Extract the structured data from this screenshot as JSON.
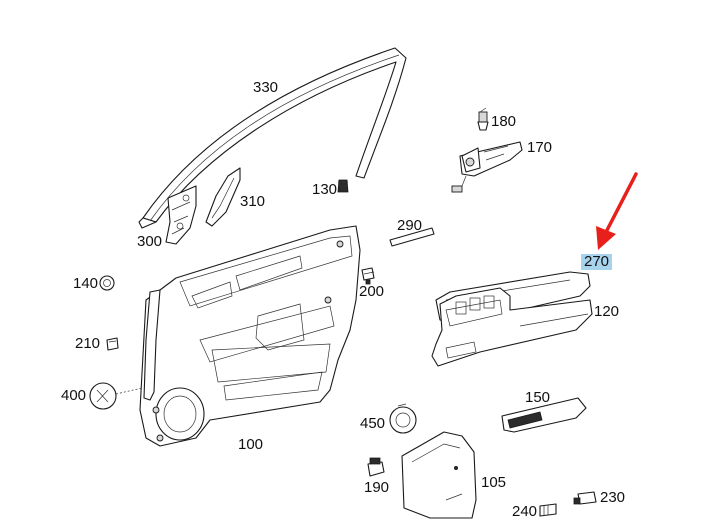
{
  "labels": {
    "l330": "330",
    "l180": "180",
    "l170": "170",
    "l130": "130",
    "l310": "310",
    "l300": "300",
    "l290": "290",
    "l270": "270",
    "l140": "140",
    "l200": "200",
    "l120": "120",
    "l210": "210",
    "l400": "400",
    "l150": "150",
    "l450": "450",
    "l100": "100",
    "l105": "105",
    "l190": "190",
    "l230": "230",
    "l240": "240"
  },
  "highlight_color": "#a7d4ec",
  "arrow_color": "#e8201b",
  "highlighted_part": "270"
}
